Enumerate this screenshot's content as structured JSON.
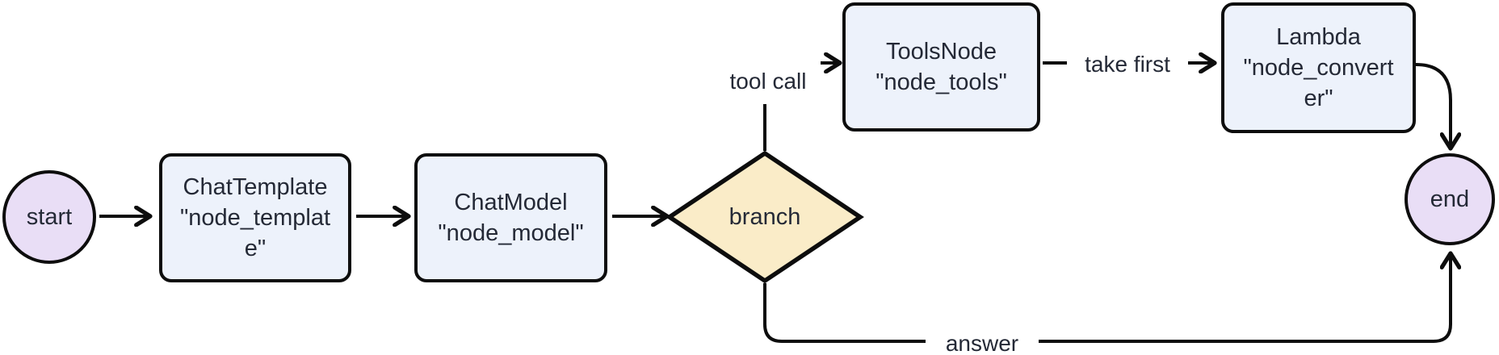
{
  "diagram": {
    "type": "flowchart",
    "direction": "left-to-right",
    "background": "#ffffff",
    "colors": {
      "process_fill": "#edf2fb",
      "terminal_fill": "#e9def6",
      "decision_fill": "#faecc8",
      "stroke": "#0d0d0d",
      "text": "#242936",
      "edge_label_background": "#ffffff"
    },
    "nodes": {
      "start": {
        "shape": "circle",
        "label": "start"
      },
      "chat_template": {
        "shape": "rounded-rect",
        "lines": [
          "ChatTemplate",
          "\"node_templat",
          "e\""
        ]
      },
      "chat_model": {
        "shape": "rounded-rect",
        "lines": [
          "ChatModel",
          "\"node_model\""
        ]
      },
      "branch": {
        "shape": "diamond",
        "label": "branch"
      },
      "tools_node": {
        "shape": "rounded-rect",
        "lines": [
          "ToolsNode",
          "\"node_tools\""
        ]
      },
      "lambda": {
        "shape": "rounded-rect",
        "lines": [
          "Lambda",
          "\"node_convert",
          "er\""
        ]
      },
      "end": {
        "shape": "circle",
        "label": "end"
      }
    },
    "edges": [
      {
        "from": "start",
        "to": "chat_template",
        "label": ""
      },
      {
        "from": "chat_template",
        "to": "chat_model",
        "label": ""
      },
      {
        "from": "chat_model",
        "to": "branch",
        "label": ""
      },
      {
        "from": "branch",
        "to": "tools_node",
        "label": "tool call"
      },
      {
        "from": "tools_node",
        "to": "lambda",
        "label": "take first"
      },
      {
        "from": "lambda",
        "to": "end",
        "label": ""
      },
      {
        "from": "branch",
        "to": "end",
        "label": "answer"
      }
    ]
  }
}
